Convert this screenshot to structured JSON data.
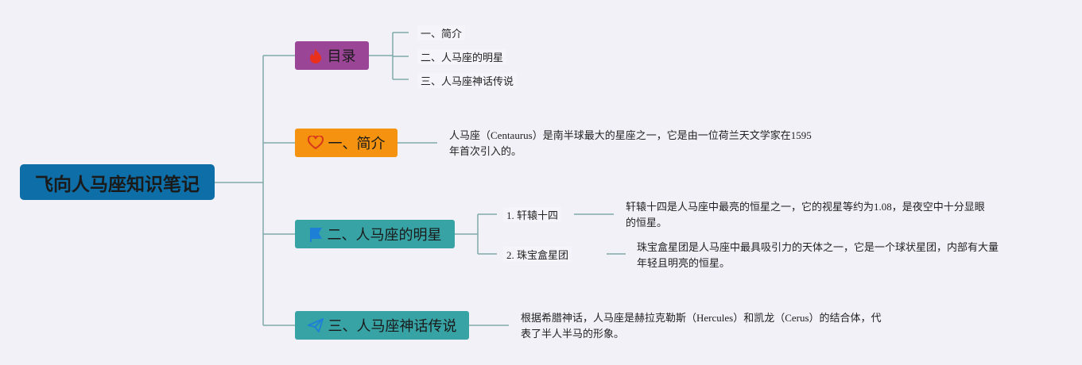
{
  "root": {
    "label": "飞向人马座知识笔记"
  },
  "branches": [
    {
      "label": "目录",
      "icon": "fire-icon",
      "color": "#9b4597",
      "children": [
        "一、简介",
        "二、人马座的明星",
        "三、人马座神话传说"
      ]
    },
    {
      "label": "一、简介",
      "icon": "heart-icon",
      "color": "#f5920f",
      "note": [
        "人马座（Centaurus）是南半球最大的星座之一，它是由一位荷兰天文学家在1595",
        "年首次引入的。"
      ]
    },
    {
      "label": "二、人马座的明星",
      "icon": "flag-icon",
      "color": "#37a3a5",
      "children": [
        {
          "label": "1. 轩辕十四",
          "note": [
            "轩辕十四是人马座中最亮的恒星之一，它的视星等约为1.08，是夜空中十分显眼",
            "的恒星。"
          ]
        },
        {
          "label": "2. 珠宝盒星团",
          "note": [
            "珠宝盒星团是人马座中最具吸引力的天体之一，它是一个球状星团，内部有大量",
            "年轻且明亮的恒星。"
          ]
        }
      ]
    },
    {
      "label": "三、人马座神话传说",
      "icon": "paper-plane-icon",
      "color": "#37a3a5",
      "note": [
        "根据希腊神话，人马座是赫拉克勒斯（Hercules）和凯龙（Cerus）的结合体，代",
        "表了半人半马的形象。"
      ]
    }
  ]
}
